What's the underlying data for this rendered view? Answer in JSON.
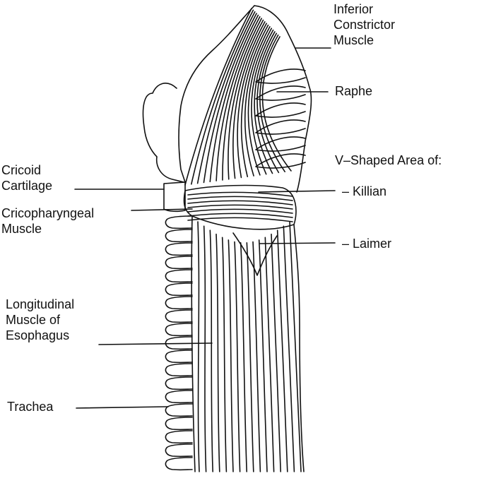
{
  "labels": {
    "inferior_constrictor": [
      "Inferior",
      "Constrictor",
      "Muscle"
    ],
    "raphe": "Raphe",
    "v_shaped_area": "V–Shaped Area of:",
    "killian": "– Killian",
    "laimer": "– Laimer",
    "cricoid_cartilage": [
      "Cricoid",
      "Cartilage"
    ],
    "cricopharyngeal_muscle": [
      "Cricopharyngeal",
      "Muscle"
    ],
    "longitudinal_muscle": [
      "Longitudinal",
      "Muscle of",
      "Esophagus"
    ],
    "trachea": "Trachea"
  },
  "colors": {
    "line": "#111111",
    "background": "#ffffff"
  }
}
